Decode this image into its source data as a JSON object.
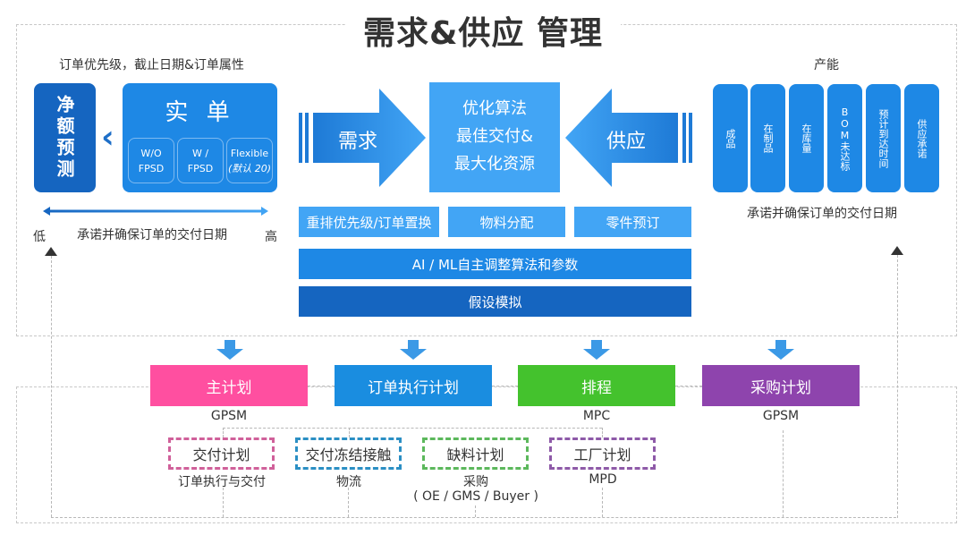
{
  "title": "需求&供应 管理",
  "left": {
    "caption": "订单优先级，截止日期&订单属性",
    "net_forecast": "净额预测",
    "chevron_icon": "chevron-left-icon",
    "actual_orders": {
      "title": "实 单",
      "subs": [
        {
          "line1": "W/O",
          "line2": "FPSD"
        },
        {
          "line1": "W /",
          "line2": "FPSD"
        },
        {
          "line1": "Flexible",
          "line2": "(默认 20)"
        }
      ]
    },
    "scale_low": "低",
    "scale_high": "高",
    "scale_caption": "承诺并确保订单的交付日期"
  },
  "center": {
    "demand_arrow": "需求",
    "supply_arrow": "供应",
    "core_lines": [
      "优化算法",
      "最佳交付&",
      "最大化资源"
    ],
    "functions": [
      "重排优先级/订单置换",
      "物料分配",
      "零件预订"
    ],
    "ai_bar": "AI / ML自主调整算法和参数",
    "sim_bar": "假设模拟"
  },
  "right": {
    "caption": "产能",
    "columns": [
      "成品",
      "在制品",
      "在库量",
      "BOM未达标",
      "预计到达时间",
      "供应承诺"
    ],
    "bottom_caption": "承诺并确保订单的交付日期"
  },
  "plans": [
    {
      "label": "主计划",
      "owner": "GPSM",
      "color": "#ff4fa0"
    },
    {
      "label": "订单执行计划",
      "owner": "",
      "color": "#1a8de0"
    },
    {
      "label": "排程",
      "owner": "MPC",
      "color": "#44c22d"
    },
    {
      "label": "采购计划",
      "owner": "GPSM",
      "color": "#8e44ad"
    }
  ],
  "subplans": [
    {
      "label": "交付计划",
      "owner": "订单执行与交付",
      "color": "#d0609a"
    },
    {
      "label": "交付冻结接触",
      "owner": "物流",
      "color": "#2b8fc4"
    },
    {
      "label": "缺料计划",
      "owner": "采购",
      "owner2": "( OE / GMS / Buyer )",
      "color": "#5cb85c"
    },
    {
      "label": "工厂计划",
      "owner": "MPD",
      "color": "#8e5aa8"
    }
  ]
}
